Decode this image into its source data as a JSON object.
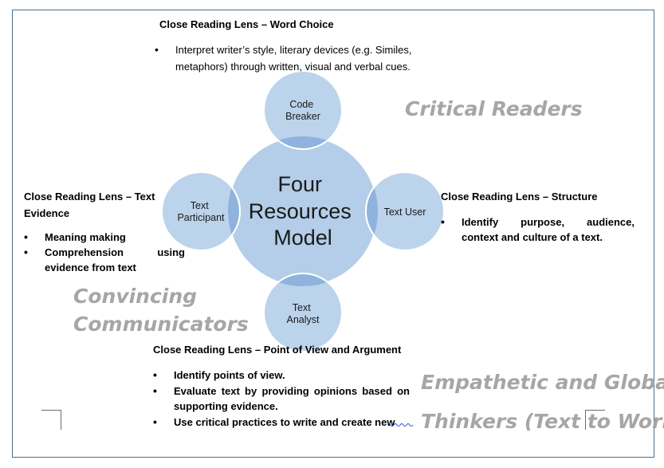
{
  "diagram": {
    "center_label": [
      "Four",
      "Resources",
      "Model"
    ],
    "top_node": [
      "Code",
      "Breaker"
    ],
    "left_node": [
      "Text",
      "Participant"
    ],
    "right_node": [
      "Text User"
    ],
    "bottom_node": [
      "Text",
      "Analyst"
    ],
    "colors": {
      "center_fill": "#b4cde8",
      "node_fill": "#bcd3ec",
      "overlap_fill": "#8fb3dc",
      "stroke": "#ffffff",
      "frame": "#4a6e8a",
      "theme_text": "#a6a6a6"
    }
  },
  "word_choice": {
    "heading": "Close Reading Lens – Word Choice",
    "bullets": [
      "Interpret writer’s style, literary devices (e.g. Similes, metaphors) through written, visual and verbal cues."
    ]
  },
  "text_evidence": {
    "heading": "Close Reading Lens – Text Evidence",
    "bullets": [
      "Meaning making",
      "Comprehension using evidence from text"
    ]
  },
  "structure": {
    "heading": "Close Reading Lens – Structure",
    "bullets": [
      "Identify purpose, audience, context and culture of a text."
    ]
  },
  "point_of_view": {
    "heading": "Close Reading Lens – Point of View and Argument",
    "bullets": [
      "Identify points of view.",
      "Evaluate text by providing opinions based on supporting evidence.",
      "Use critical practices to write and create new"
    ]
  },
  "themes": {
    "critical_readers": "Critical Readers",
    "convincing_communicators": [
      "Convincing",
      "Communicators"
    ],
    "empathetic_global": [
      "Empathetic and Global",
      "Thinkers (Text to World)"
    ]
  }
}
